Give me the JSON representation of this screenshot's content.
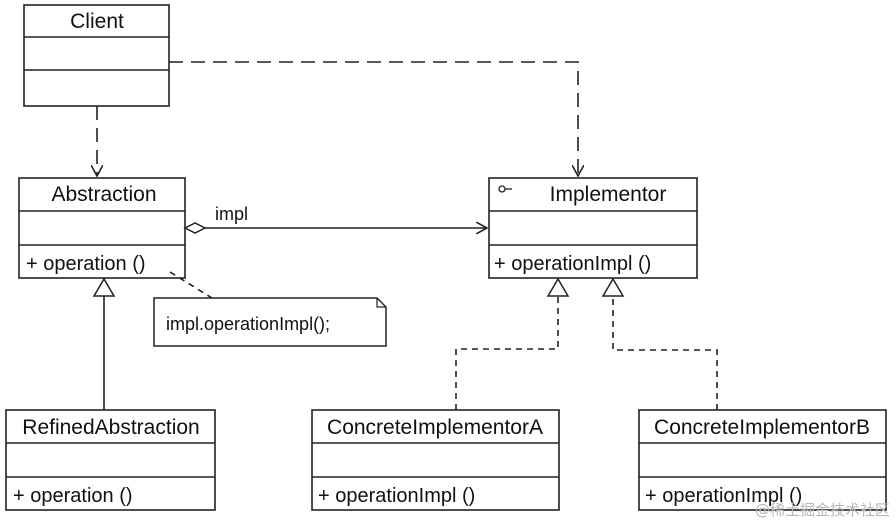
{
  "classes": {
    "client": {
      "name": "Client"
    },
    "abstraction": {
      "name": "Abstraction",
      "operation": "+ operation ()"
    },
    "implementor": {
      "name": "Implementor",
      "operation": "+ operationImpl ()"
    },
    "refined_abstraction": {
      "name": "RefinedAbstraction",
      "operation": "+ operation ()"
    },
    "concrete_a": {
      "name": "ConcreteImplementorA",
      "operation": "+ operationImpl ()"
    },
    "concrete_b": {
      "name": "ConcreteImplementorB",
      "operation": "+ operationImpl ()"
    }
  },
  "association_label": "impl",
  "note_text": "impl.operationImpl();",
  "watermark": "@稀土掘金技术社区"
}
